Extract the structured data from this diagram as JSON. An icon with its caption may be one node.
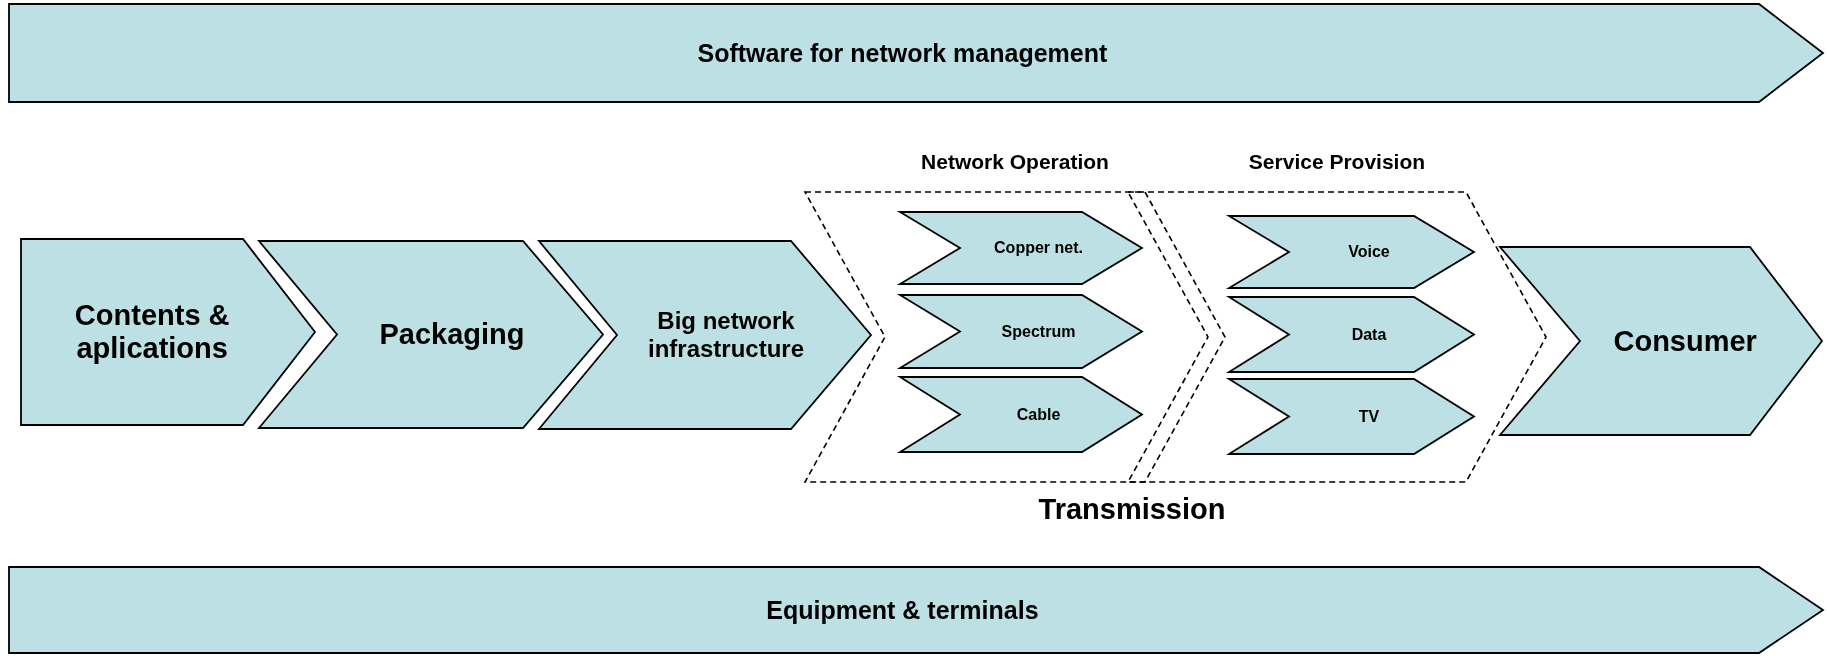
{
  "diagram": {
    "nodes": [
      {
        "text": [
          "Software for network management"
        ]
      },
      {
        "text": [
          "Contents & aplications"
        ]
      },
      {
        "text": [
          "Packaging"
        ]
      },
      {
        "text": [
          "Big network infrastructure"
        ]
      },
      {
        "text": [
          "Network Operation"
        ]
      },
      {
        "text": [
          "Copper net."
        ],
        "in": 4
      },
      {
        "text": [
          "Spectrum"
        ],
        "in": 4
      },
      {
        "text": [
          "Cable"
        ],
        "in": 4
      },
      {
        "text": [
          "Service Provision"
        ]
      },
      {
        "text": [
          "Voice"
        ],
        "in": 8
      },
      {
        "text": [
          "Data"
        ],
        "in": 8
      },
      {
        "text": [
          "TV"
        ],
        "in": 8
      },
      {
        "text": [
          "Consumer"
        ]
      },
      {
        "text": [
          "Equipment & terminals"
        ]
      }
    ],
    "labels": [
      "Transmission"
    ]
  }
}
